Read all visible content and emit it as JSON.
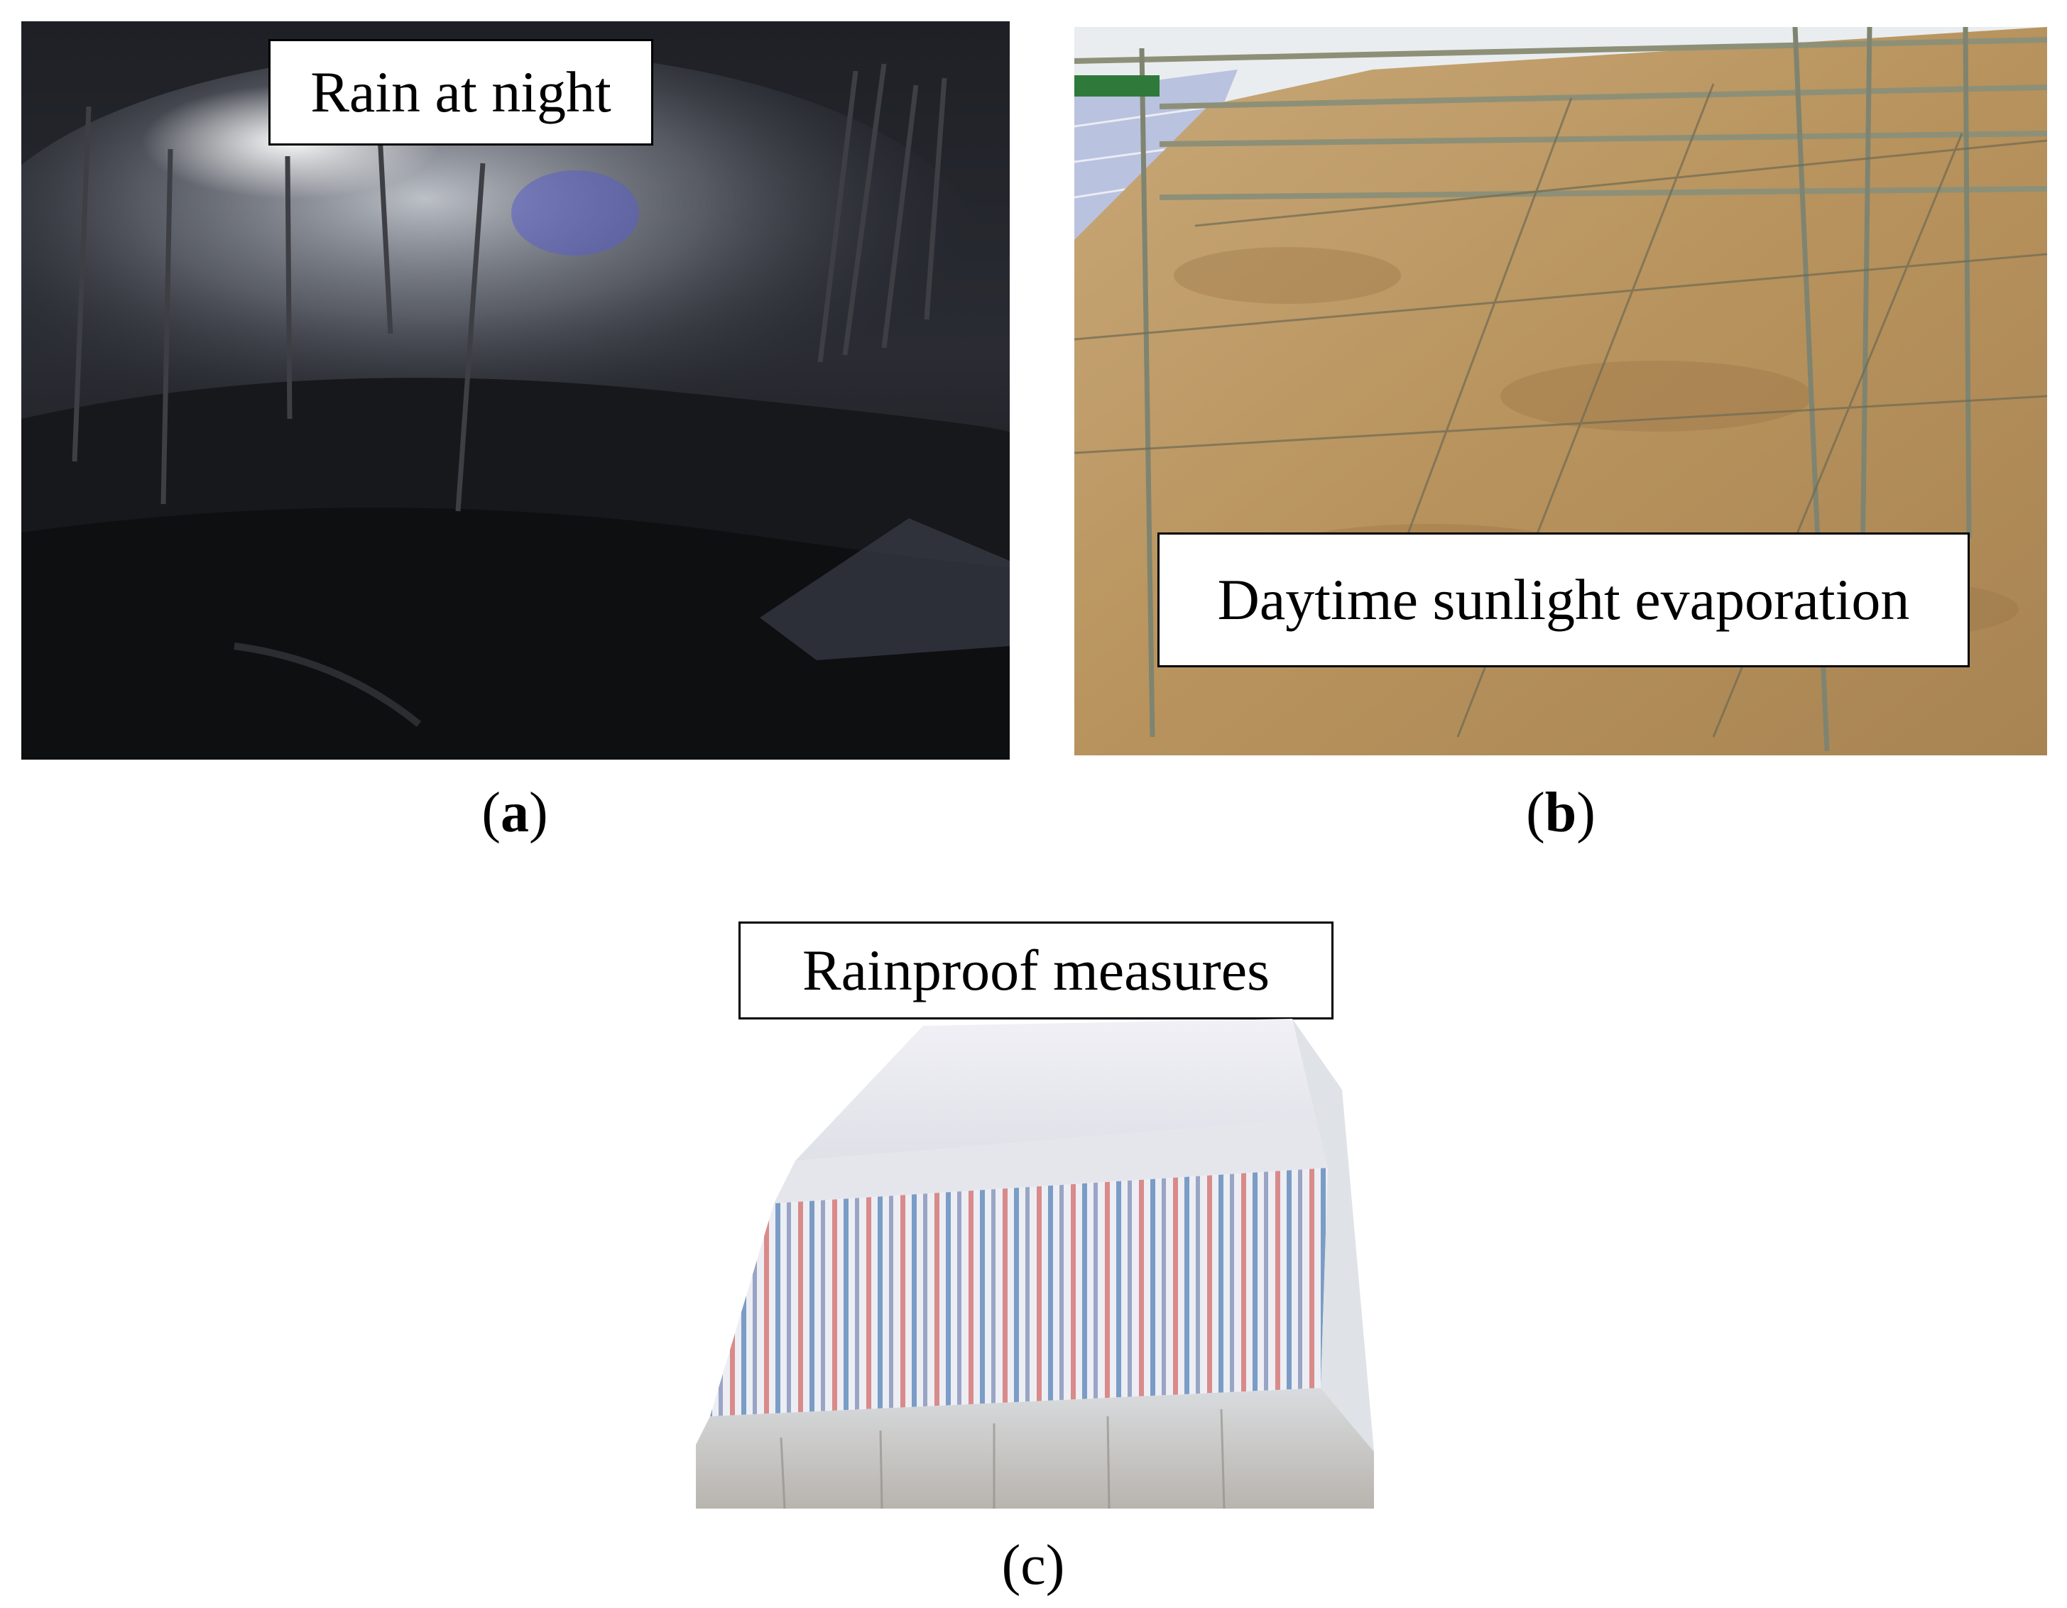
{
  "panels": {
    "a": {
      "label": "Rain at night",
      "letter": "a"
    },
    "b": {
      "label": "Daytime sunlight evaporation",
      "letter": "b"
    },
    "c": {
      "label": "Rainproof measures",
      "letter": "c"
    }
  },
  "colors": {
    "night_sky": "#15161c",
    "mist": "#c9ced6",
    "soil": "#b8935d",
    "soil_dark": "#9a7646",
    "tarp_red": "#d98a8a",
    "tarp_blue": "#7a9cc6",
    "film": "#e6e8ea"
  }
}
